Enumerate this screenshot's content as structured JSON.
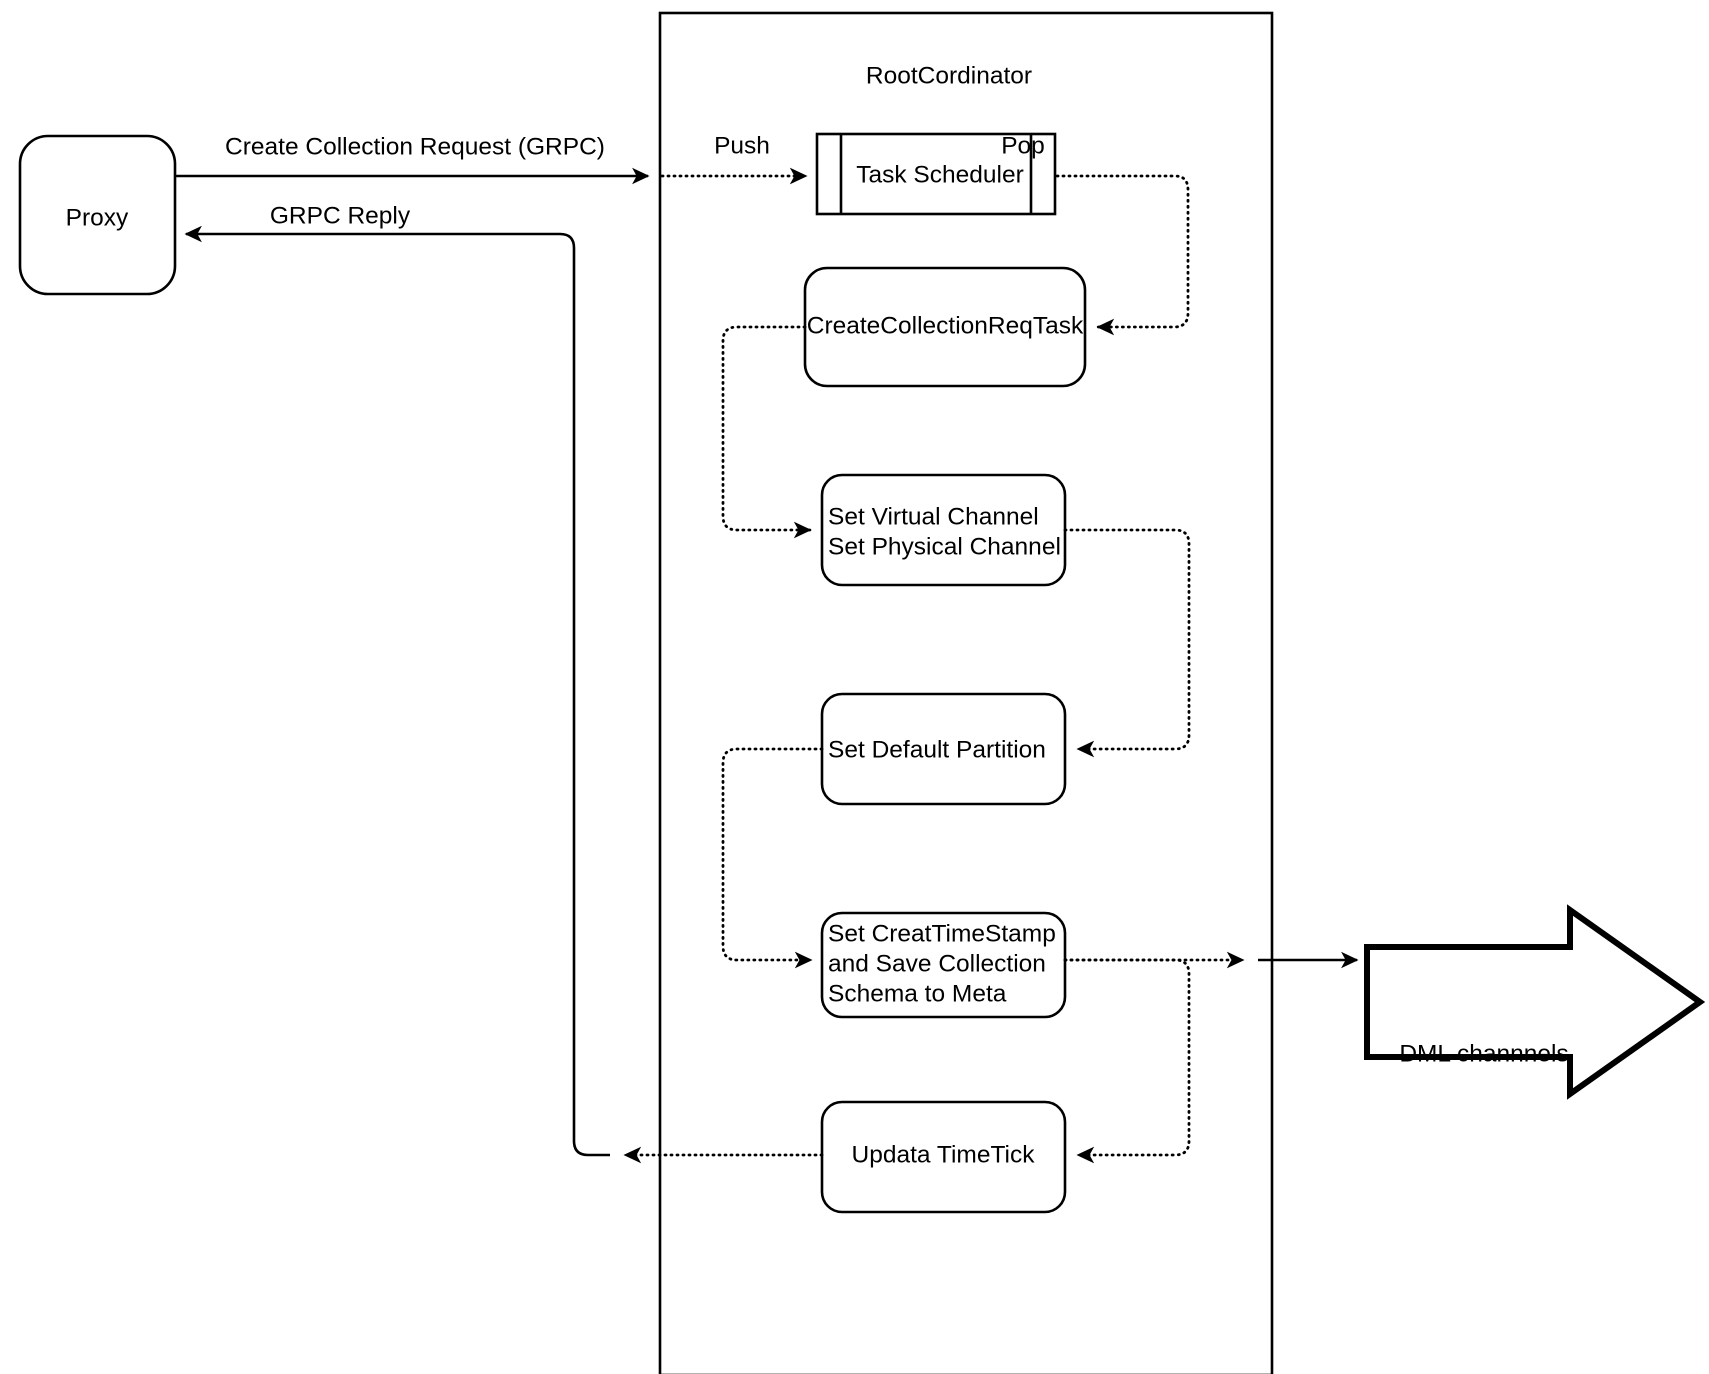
{
  "diagram": {
    "title_visible": false,
    "container": {
      "label": "RootCordinator"
    },
    "nodes": {
      "proxy": {
        "label": "Proxy"
      },
      "task_scheduler": {
        "label": "Task Scheduler"
      },
      "create_collection_req_task": {
        "label": "CreateCollectionReqTask"
      },
      "set_channel": {
        "line1": "Set Virtual Channel",
        "line2": "Set Physical Channel"
      },
      "set_default_partition": {
        "label": "Set Default Partition"
      },
      "set_create_timestamp": {
        "line1": "Set CreatTimeStamp",
        "line2": "and Save Collection",
        "line3": "Schema to Meta"
      },
      "update_timetick": {
        "label": "Updata TimeTick"
      },
      "dml_channels": {
        "label": "DML channnels"
      }
    },
    "edge_labels": {
      "create_collection_request": "Create Collection Request (GRPC)",
      "grpc_reply": "GRPC Reply",
      "push": "Push",
      "pop": "Pop"
    },
    "colors": {
      "stroke": "#000000",
      "fill": "#ffffff",
      "text": "#000000"
    }
  }
}
